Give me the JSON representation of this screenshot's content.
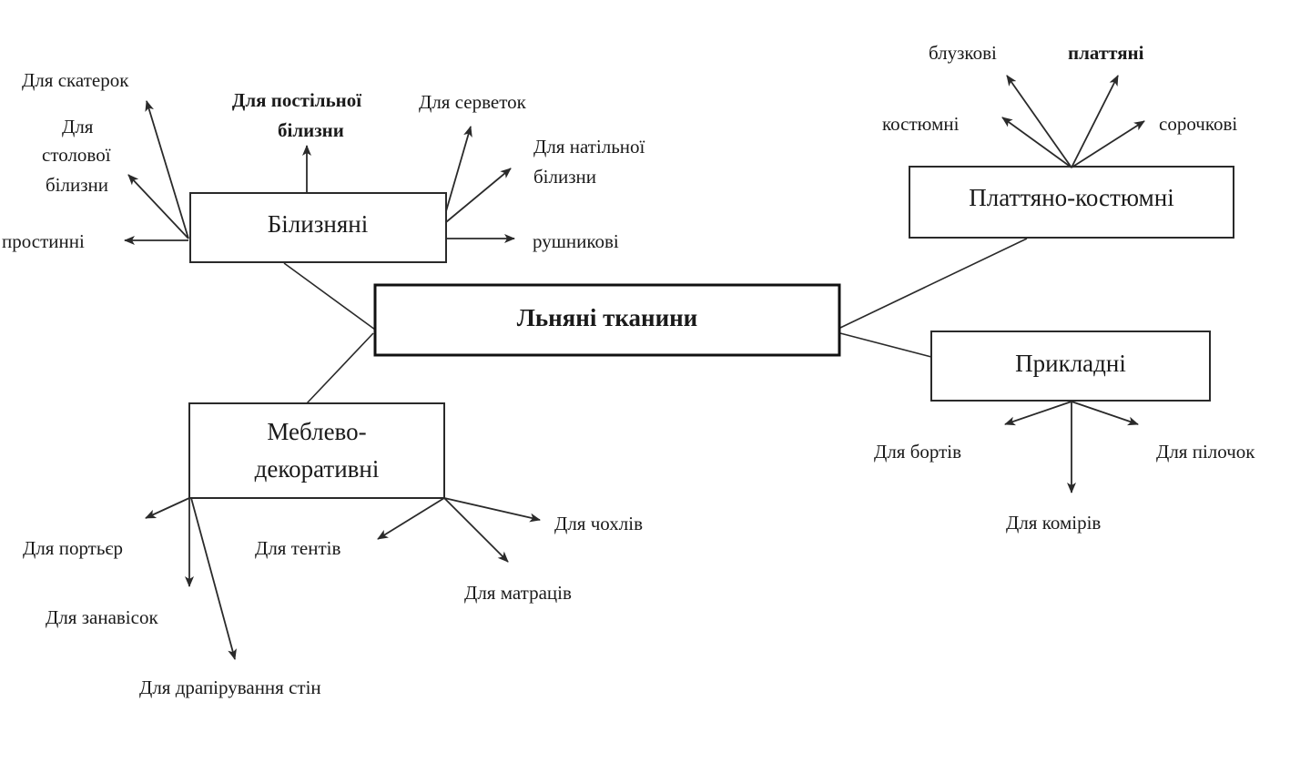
{
  "center": {
    "label": "Льняні тканини"
  },
  "categories": {
    "bilyzniani": {
      "label": "Білизняні"
    },
    "plattiano": {
      "label": "Платтяно-костюмні"
    },
    "prykladni": {
      "label": "Прикладні"
    },
    "meblevo": {
      "line1": "Меблево-",
      "line2": "декоративні"
    }
  },
  "leaves": {
    "skaterok": "Для скатерок",
    "stolovoi_1": "Для",
    "stolovoi_2": "столової",
    "stolovoi_3": "білизни",
    "prostynni": "простинні",
    "postilnoi_1": "Для постільної",
    "postilnoi_2": "білизни",
    "servetok": "Для серветок",
    "natilnoi_1": "Для натільної",
    "natilnoi_2": "білизни",
    "rushnykovi": "рушникові",
    "bluzkovi": "блузкові",
    "plattiani": "платтяні",
    "kostiumni": "костюмні",
    "sorochkovi": "сорочкові",
    "bortiv": "Для бортів",
    "pilochok": "Для пілочок",
    "komiriv": "Для комірів",
    "portier": "Для портьєр",
    "zanavisok": "Для занавісок",
    "drapiruvannia": "Для драпірування стін",
    "tentiv": "Для тентів",
    "chokhliv": "Для чохлів",
    "matratsiv": "Для матраців"
  }
}
